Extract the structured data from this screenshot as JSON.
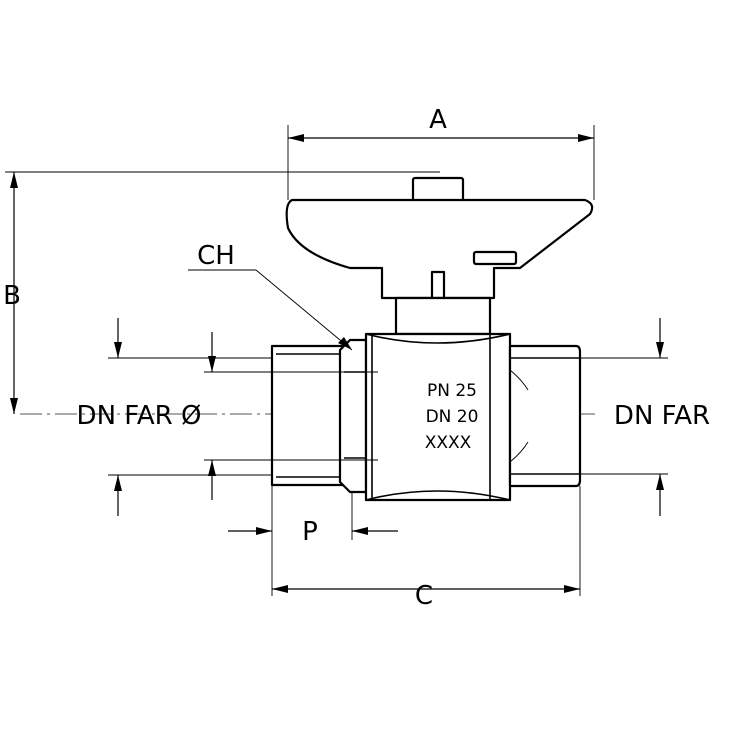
{
  "dimensions": {
    "a": "A",
    "b": "B",
    "c": "C",
    "p": "P",
    "ch": "CH"
  },
  "thread_labels": {
    "left": "DN FAR Ø",
    "right": "DN FAR"
  },
  "body_marking": {
    "line1": "PN  25",
    "line2": "DN  20",
    "line3": "XXXX"
  },
  "icons": {
    "handle": "butterfly-handle-icon",
    "valve": "ball-valve-icon"
  }
}
